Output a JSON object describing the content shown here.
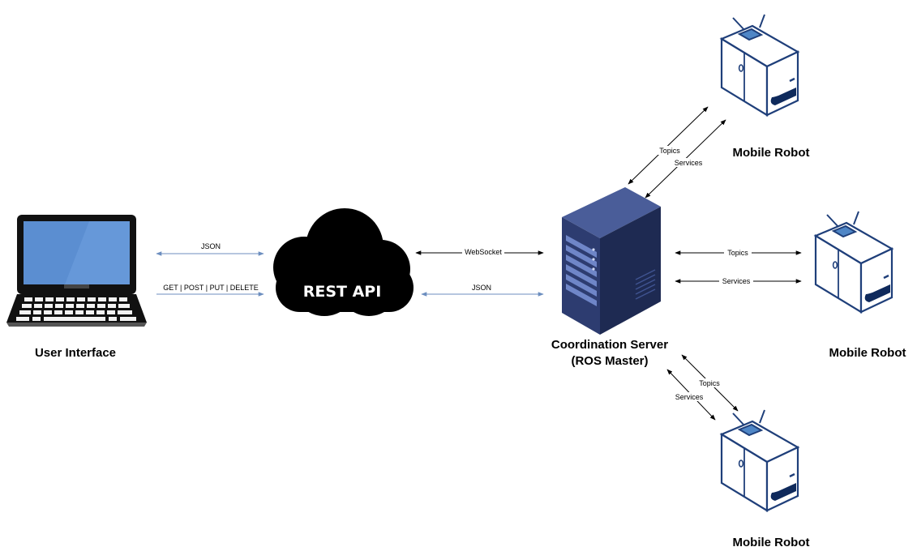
{
  "nodes": {
    "user_interface": "User Interface",
    "rest_api": "REST API",
    "server_line1": "Coordination Server",
    "server_line2": "(ROS Master)",
    "robot_top": "Mobile Robot",
    "robot_right": "Mobile Robot",
    "robot_bottom": "Mobile Robot"
  },
  "edges": {
    "ui_api_json": "JSON",
    "ui_api_methods": "GET | POST | PUT | DELETE",
    "api_server_websocket": "WebSocket",
    "api_server_json": "JSON",
    "server_robot_top_topics": "Topics",
    "server_robot_top_services": "Services",
    "server_robot_right_topics": "Topics",
    "server_robot_right_services": "Services",
    "server_robot_bottom_topics": "Topics",
    "server_robot_bottom_services": "Services"
  },
  "colors": {
    "ui_link": "#6c8ebf",
    "robot_link": "#000000",
    "robot_outline": "#1f3f7a",
    "robot_accent": "#0f2a5c",
    "server_dark": "#1e2a52",
    "server_mid": "#2f3f73",
    "laptop_screen": "#5b8ed1"
  }
}
